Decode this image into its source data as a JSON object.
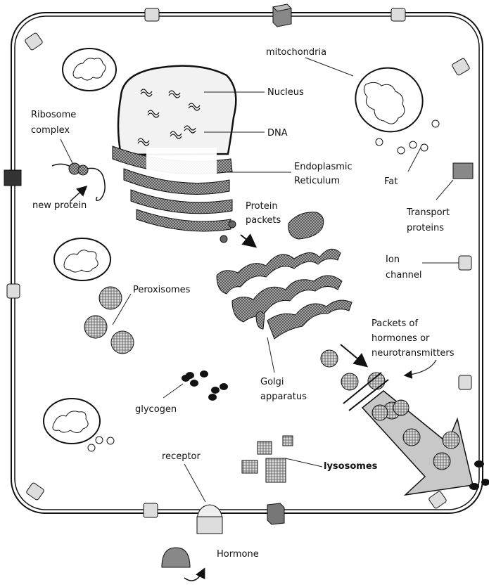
{
  "labels": {
    "mitochondria": "mitochondria",
    "nucleus": "Nucleus",
    "dna": "DNA",
    "ribosome_line1": "Ribosome",
    "ribosome_line2": "complex",
    "new_protein": "new protein",
    "er_line1": "Endoplasmic",
    "er_line2": "Reticulum",
    "fat": "Fat",
    "transport_line1": "Transport",
    "transport_line2": "proteins",
    "protein_packets_line1": "Protein",
    "protein_packets_line2": "packets",
    "ion_line1": "Ion",
    "ion_line2": "channel",
    "peroxisomes": "Peroxisomes",
    "packets_hormones_line1": "Packets of",
    "packets_hormones_line2": "hormones or",
    "packets_hormones_line3": "neurotransmitters",
    "golgi_line1": "Golgi",
    "golgi_line2": "apparatus",
    "glycogen": "glycogen",
    "receptor": "receptor",
    "lysosomes": "lysosomes",
    "hormone": "Hormone"
  },
  "colors": {
    "outline": "#111111",
    "organelle_fill": "#f2f2f2",
    "hatch": "#555555",
    "dark_block": "#333333",
    "grey_block": "#888888",
    "arrow_fill": "#c8c8c8",
    "protein_dot": "#666666"
  }
}
